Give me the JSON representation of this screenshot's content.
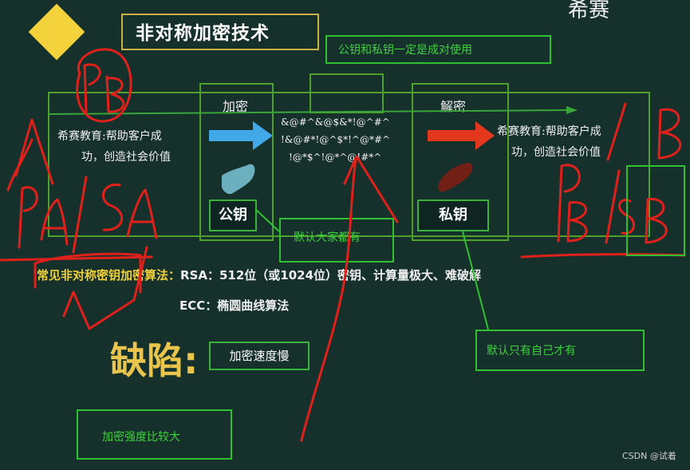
{
  "slide": {
    "title": "非对称加密技术",
    "logo": "希赛",
    "note_pair": "公钥和私钥一定是成对使用",
    "encrypt_label": "加密",
    "decrypt_label": "解密",
    "plaintext_left": [
      "希赛教育:帮助客户成",
      "功，创造社会价值"
    ],
    "plaintext_right": [
      "希赛教育:帮助客户成",
      "功，创造社会价值"
    ],
    "ciphertext": [
      "&@#^&@$&*!@^#^",
      "!&@#*!@^$*!^@*#^",
      "!@*$^!@*^@!#*^"
    ],
    "public_key": "公钥",
    "private_key": "私钥",
    "note_public": "默认大家都有",
    "note_private": "默认只有自己才有",
    "algo_line1_prefix": "常见非对称密钥加密算法：",
    "algo_line1_rest": "RSA：512位（或1024位）密钥、计算量极大、难破解",
    "algo_line2": "ECC：椭圆曲线算法",
    "defect_label": "缺陷:",
    "defect_value": "加密速度慢",
    "note_strength": "加密强度比较大",
    "watermark": "CSDN @试着",
    "handwritten": [
      "PB",
      "PA",
      "SA",
      "PB",
      "SB",
      "B"
    ]
  }
}
